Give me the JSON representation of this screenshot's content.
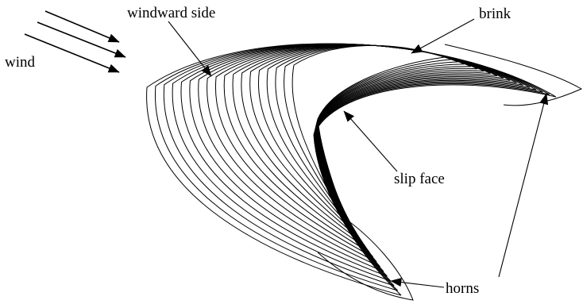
{
  "diagram": {
    "labels": {
      "wind": "wind",
      "windward_side": "windward side",
      "brink": "brink",
      "slip_face": "slip face",
      "horns": "horns"
    },
    "contour_count": 18,
    "colors": {
      "ink": "#000000",
      "background": "#ffffff"
    }
  }
}
